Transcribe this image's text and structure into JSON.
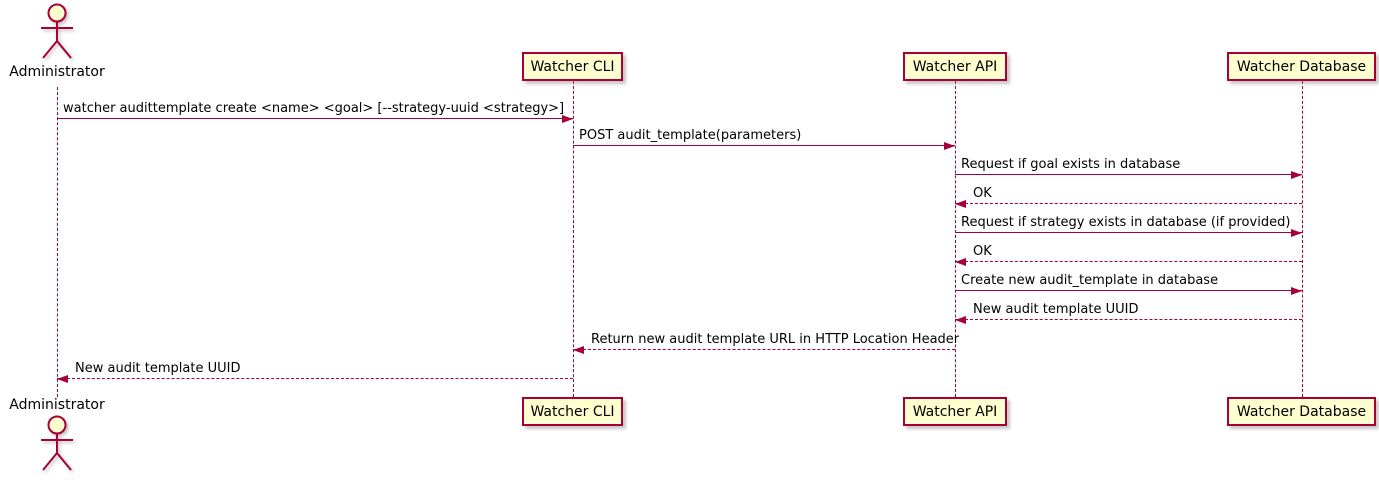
{
  "diagram": {
    "kind": "uml-sequence-diagram",
    "colors": {
      "participant_fill": "#FEFECE",
      "participant_border": "#A80036",
      "arrow": "#A80036",
      "lifeline": "#A80036",
      "text": "#000000",
      "background": "#FFFFFF"
    }
  },
  "participants": [
    {
      "id": "administrator",
      "label": "Administrator",
      "kind": "actor"
    },
    {
      "id": "watcher-cli",
      "label": "Watcher CLI",
      "kind": "participant"
    },
    {
      "id": "watcher-api",
      "label": "Watcher API",
      "kind": "participant"
    },
    {
      "id": "watcher-database",
      "label": "Watcher Database",
      "kind": "participant"
    }
  ],
  "messages": [
    {
      "from": "Administrator",
      "to": "Watcher CLI",
      "style": "solid",
      "label": "watcher audittemplate create <name> <goal> [--strategy-uuid <strategy>]"
    },
    {
      "from": "Watcher CLI",
      "to": "Watcher API",
      "style": "solid",
      "label": "POST audit_template(parameters)"
    },
    {
      "from": "Watcher API",
      "to": "Watcher Database",
      "style": "solid",
      "label": "Request if goal exists in database"
    },
    {
      "from": "Watcher Database",
      "to": "Watcher API",
      "style": "dashed",
      "label": "OK"
    },
    {
      "from": "Watcher API",
      "to": "Watcher Database",
      "style": "solid",
      "label": "Request if strategy exists in database (if provided)"
    },
    {
      "from": "Watcher Database",
      "to": "Watcher API",
      "style": "dashed",
      "label": "OK"
    },
    {
      "from": "Watcher API",
      "to": "Watcher Database",
      "style": "solid",
      "label": "Create new audit_template in database"
    },
    {
      "from": "Watcher Database",
      "to": "Watcher API",
      "style": "dashed",
      "label": "New audit template UUID"
    },
    {
      "from": "Watcher API",
      "to": "Watcher CLI",
      "style": "dashed",
      "label": "Return new audit template URL in HTTP Location Header"
    },
    {
      "from": "Watcher CLI",
      "to": "Administrator",
      "style": "dashed",
      "label": "New audit template UUID"
    }
  ]
}
